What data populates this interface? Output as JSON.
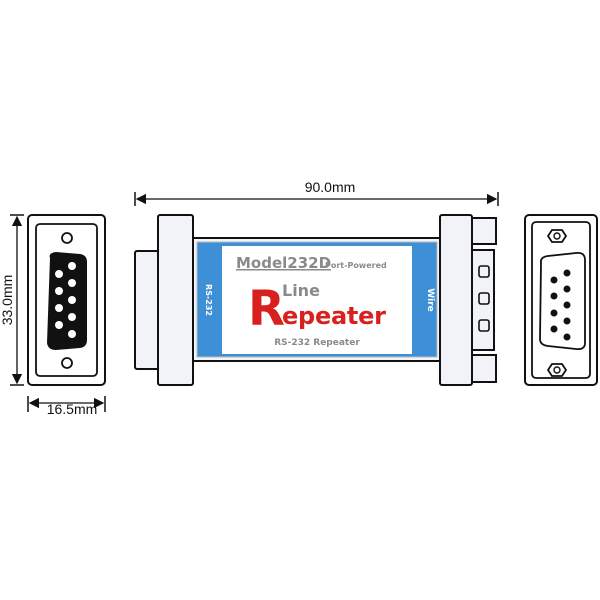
{
  "dimensions": {
    "length": "90.0mm",
    "height": "33.0mm",
    "width": "16.5mm"
  },
  "label": {
    "model": "Model232D",
    "powered": "Port-Powered",
    "big_letter": "R",
    "line": "Line",
    "rest": "epeater",
    "subtitle": "RS-232 Repeater",
    "left_side": "RS-232",
    "right_side": "Wire"
  },
  "colors": {
    "panel_blue": "#3d8fd6",
    "title_red": "#d8201e",
    "grey_text": "#8a8a8a",
    "body_fill": "#f2f3f8"
  }
}
